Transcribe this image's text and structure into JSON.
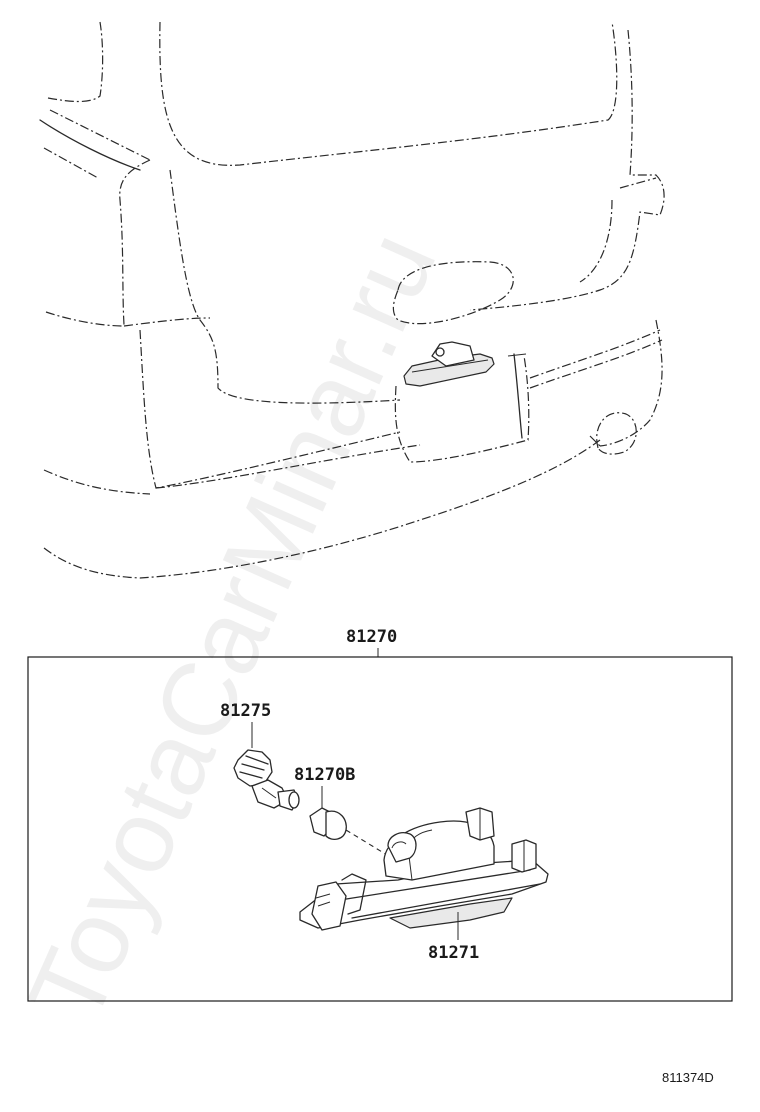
{
  "parts": {
    "assembly": "81270",
    "socket": "81275",
    "bulb": "81270B",
    "lens": "81271"
  },
  "diagram_code": "811374D",
  "watermark": "ToyotaCarMinar.ru"
}
